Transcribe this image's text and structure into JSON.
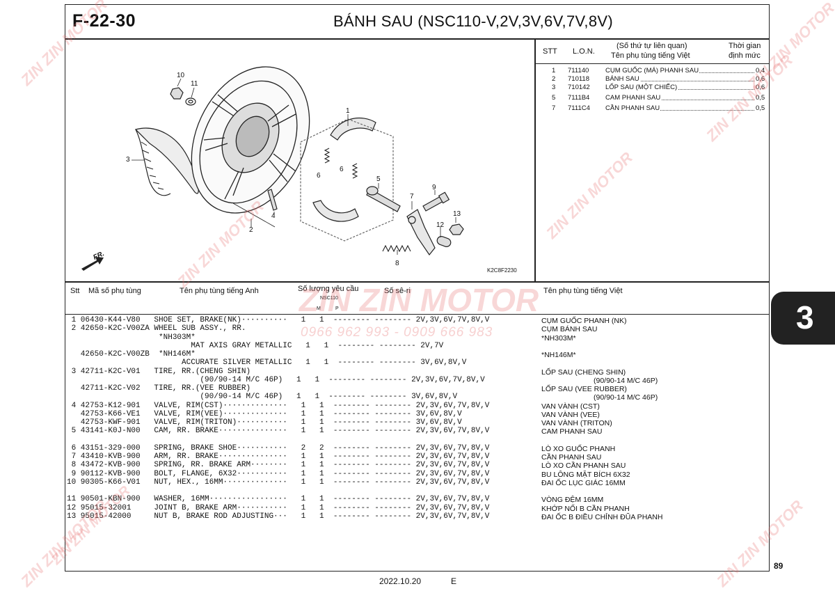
{
  "header": {
    "code": "F-22-30",
    "title": "BÁNH SAU (NSC110-V,2V,3V,6V,7V,8V)"
  },
  "diagram": {
    "callouts": [
      "1",
      "2",
      "3",
      "4",
      "5",
      "6",
      "6",
      "7",
      "8",
      "9",
      "10",
      "11",
      "12",
      "13"
    ],
    "fr_label": "FR.",
    "code": "K2C8F2230"
  },
  "lon_table": {
    "headers": {
      "stt": "STT",
      "lon": "L.O.N.",
      "related": "(Số thứ tự liên quan)",
      "name_vn": "Tên phụ tùng tiếng Việt",
      "time1": "Thời gian",
      "time2": "định mức"
    },
    "rows": [
      {
        "stt": "1",
        "lon": "711140",
        "name": "CỤM GUỐC (MÁ) PHANH SAU",
        "time": "0,4"
      },
      {
        "stt": "2",
        "lon": "710118",
        "name": "BÁNH SAU",
        "time": "0,6"
      },
      {
        "stt": "3",
        "lon": "710142",
        "name": "LỐP SAU (MỘT CHIẾC)",
        "time": "0,6"
      },
      {
        "stt": "5",
        "lon": "7111B4",
        "name": "CAM PHANH SAU",
        "time": "0,5"
      },
      {
        "stt": "7",
        "lon": "7111C4",
        "name": "CẦN PHANH SAU",
        "time": "0,5"
      }
    ]
  },
  "parts_table": {
    "headers": {
      "stt": "Stt",
      "part_no": "Mã số phụ tùng",
      "name_en": "Tên phụ tùng tiếng Anh",
      "qty": "Số lượng yêu cầu",
      "model": "NSC110",
      "m": "M",
      "p": "P",
      "serial": "Số sê-ri",
      "name_vn": "Tên phụ tùng tiếng Việt"
    },
    "lines": [
      {
        "t": " 1 06430-K44-V80   SHOE SET, BRAKE(NK)··········   1   1  -------- -------- 2V,3V,6V,7V,8V,V",
        "vn": "CỤM GUỐC PHANH (NK)"
      },
      {
        "t": " 2 42650-K2C-V00ZA WHEEL SUB ASSY., RR.",
        "vn": "CỤM BÁNH SAU"
      },
      {
        "t": "                    *NH303M*",
        "vn": "*NH303M*"
      },
      {
        "t": "                           MAT AXIS GRAY METALLIC   1   1  -------- -------- 2V,7V",
        "vn": ""
      },
      {
        "t": "   42650-K2C-V00ZB  *NH146M*",
        "vn": "*NH146M*"
      },
      {
        "t": "                         ACCURATE SILVER METALLIC   1   1  -------- -------- 3V,6V,8V,V",
        "vn": ""
      },
      {
        "t": " 3 42711-K2C-V01   TIRE, RR.(CHENG SHIN)",
        "vn": "LỐP SAU (CHENG SHIN)"
      },
      {
        "t": "                             (90/90-14 M/C 46P)   1   1  -------- -------- 2V,3V,6V,7V,8V,V",
        "vn": "(90/90-14 M/C 46P)",
        "ind": true
      },
      {
        "t": "   42711-K2C-V02   TIRE, RR.(VEE RUBBER)",
        "vn": "LỐP SAU (VEE RUBBER)"
      },
      {
        "t": "                             (90/90-14 M/C 46P)   1   1  -------- -------- 3V,6V,8V,V",
        "vn": "(90/90-14 M/C 46P)",
        "ind": true
      },
      {
        "t": " 4 42753-K12-901   VALVE, RIM(CST)··············   1   1  -------- -------- 2V,3V,6V,7V,8V,V",
        "vn": "VAN VÀNH (CST)"
      },
      {
        "t": "   42753-K66-VE1   VALVE, RIM(VEE)··············   1   1  -------- -------- 3V,6V,8V,V",
        "vn": "VAN VÀNH (VEE)"
      },
      {
        "t": "   42753-KWF-901   VALVE, RIM(TRITON)···········   1   1  -------- -------- 3V,6V,8V,V",
        "vn": "VAN VÀNH (TRITON)"
      },
      {
        "t": " 5 43141-K0J-N00   CAM, RR. BRAKE···············   1   1  -------- -------- 2V,3V,6V,7V,8V,V",
        "vn": "CAM PHANH SAU"
      },
      {
        "t": "",
        "vn": ""
      },
      {
        "t": " 6 43151-329-000   SPRING, BRAKE SHOE···········   2   2  -------- -------- 2V,3V,6V,7V,8V,V",
        "vn": "LÒ XO GUỐC PHANH"
      },
      {
        "t": " 7 43410-KVB-900   ARM, RR. BRAKE···············   1   1  -------- -------- 2V,3V,6V,7V,8V,V",
        "vn": "CẦN PHANH SAU"
      },
      {
        "t": " 8 43472-KVB-900   SPRING, RR. BRAKE ARM········   1   1  -------- -------- 2V,3V,6V,7V,8V,V",
        "vn": "LÒ XO CẦN PHANH SAU"
      },
      {
        "t": " 9 90112-KVB-900   BOLT, FLANGE, 6X32···········   1   1  -------- -------- 2V,3V,6V,7V,8V,V",
        "vn": "BU LÔNG MẶT BÍCH 6X32"
      },
      {
        "t": "10 90305-K66-V01   NUT, HEX., 16MM··············   1   1  -------- -------- 2V,3V,6V,7V,8V,V",
        "vn": "ĐAI ỐC LỤC GIÁC 16MM"
      },
      {
        "t": "",
        "vn": ""
      },
      {
        "t": "11 90501-KBN-900   WASHER, 16MM·················   1   1  -------- -------- 2V,3V,6V,7V,8V,V",
        "vn": "VÒNG ĐỆM 16MM"
      },
      {
        "t": "12 95015-32001     JOINT B, BRAKE ARM···········   1   1  -------- -------- 2V,3V,6V,7V,8V,V",
        "vn": "KHỚP NỐI B CẦN PHANH"
      },
      {
        "t": "13 95015-42000     NUT B, BRAKE ROD ADJUSTING···   1   1  -------- -------- 2V,3V,6V,7V,8V,V",
        "vn": "ĐAI ỐC B ĐIỀU CHỈNH ĐŨA PHANH"
      }
    ]
  },
  "side_tab": "3",
  "page_number": "89",
  "footer": {
    "date": "2022.10.20",
    "edition": "E"
  },
  "watermark": {
    "brand": "ZIN ZIN MOTOR",
    "phone": "0966 962 993 - 0909 666 983"
  }
}
